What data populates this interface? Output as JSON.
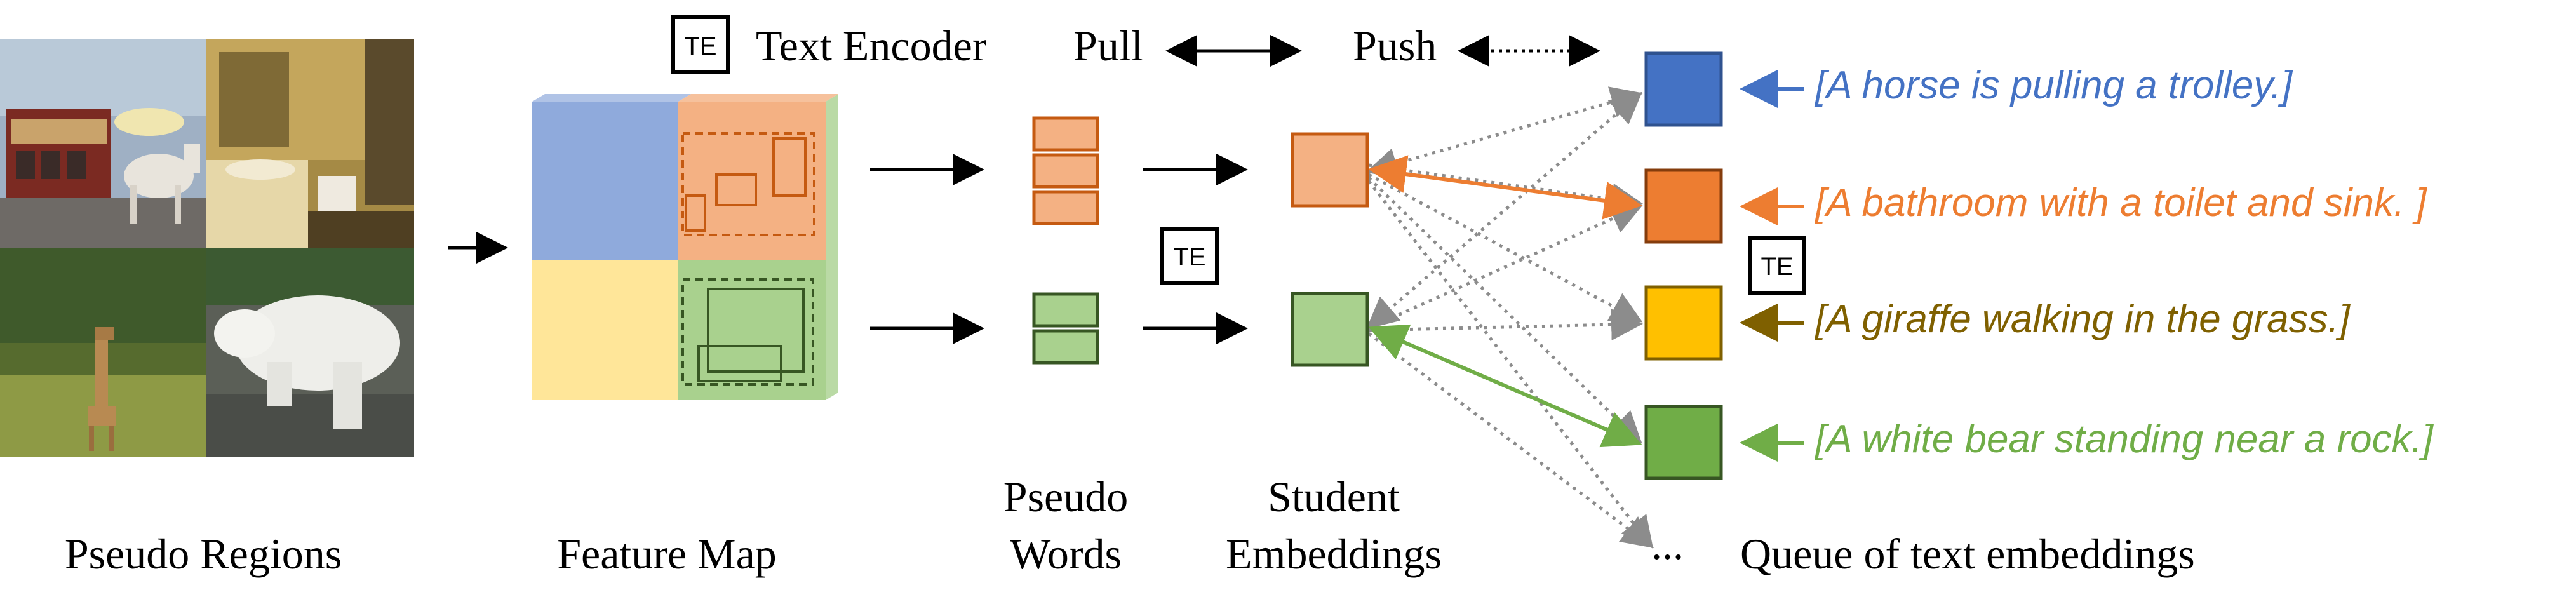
{
  "legend": {
    "te_icon": "TE",
    "text_encoder": "Text Encoder",
    "pull": "Pull",
    "push": "Push"
  },
  "labels": {
    "pseudo_regions": "Pseudo Regions",
    "feature_map": "Feature Map",
    "pseudo_words_line1": "Pseudo",
    "pseudo_words_line2": "Words",
    "student_line1": "Student",
    "student_line2": "Embeddings",
    "queue_ellipsis": "...",
    "queue": "Queue of text embeddings"
  },
  "captions": [
    {
      "text": "[A horse is pulling a trolley.]",
      "color": "#4472C4"
    },
    {
      "text": "[A bathroom with a toilet and sink. ]",
      "color": "#ED7D31"
    },
    {
      "text": "[A giraffe walking in the grass.]",
      "color": "#7F6000"
    },
    {
      "text": "[A white bear standing near a rock.]",
      "color": "#70AD47"
    }
  ],
  "colors": {
    "blue": "#4472C4",
    "orange": "#ED7D31",
    "gold": "#FFC000",
    "green": "#70AD47",
    "light_orange": "#F4B183",
    "light_green": "#A9D18E",
    "light_blue": "#8FAADC",
    "light_yellow": "#FFE699",
    "dotted_gray": "#8C8C8C"
  },
  "images": [
    {
      "name": "tram-horse-photo",
      "subject": "horse pulling trolley"
    },
    {
      "name": "bathroom-photo",
      "subject": "bathroom with sink"
    },
    {
      "name": "giraffe-photo",
      "subject": "giraffe in grass"
    },
    {
      "name": "polar-bear-photo",
      "subject": "white bear on rock"
    }
  ]
}
